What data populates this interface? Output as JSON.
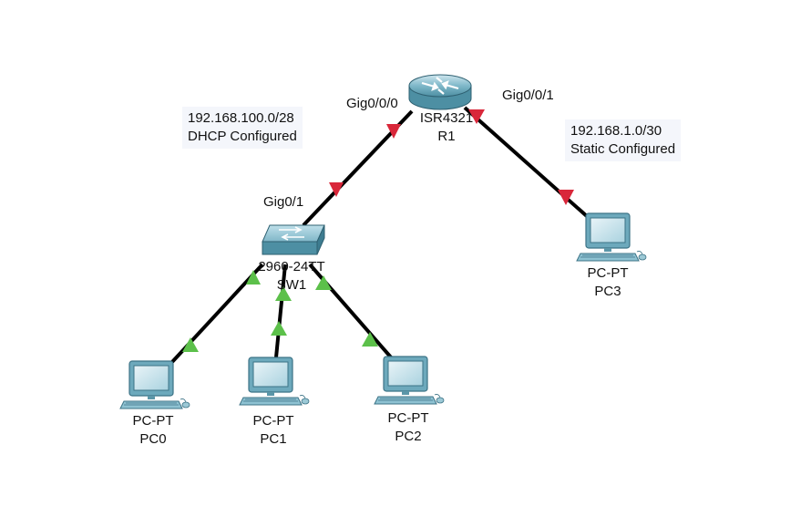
{
  "notes": {
    "lan": {
      "network": "192.168.100.0/28",
      "mode": "DHCP Configured"
    },
    "wan": {
      "network": "192.168.1.0/30",
      "mode": "Static Configured"
    }
  },
  "devices": {
    "router": {
      "model": "ISR4321",
      "name": "R1"
    },
    "switch": {
      "model": "2960-24TT",
      "name": "SW1"
    },
    "pc0": {
      "model": "PC-PT",
      "name": "PC0"
    },
    "pc1": {
      "model": "PC-PT",
      "name": "PC1"
    },
    "pc2": {
      "model": "PC-PT",
      "name": "PC2"
    },
    "pc3": {
      "model": "PC-PT",
      "name": "PC3"
    }
  },
  "interfaces": {
    "r1_g000": "Gig0/0/0",
    "r1_g001": "Gig0/0/1",
    "sw1_g01": "Gig0/1"
  },
  "colors": {
    "link_down": "#d9273a",
    "link_up": "#5cc04a",
    "device": "#5aa3b8"
  }
}
